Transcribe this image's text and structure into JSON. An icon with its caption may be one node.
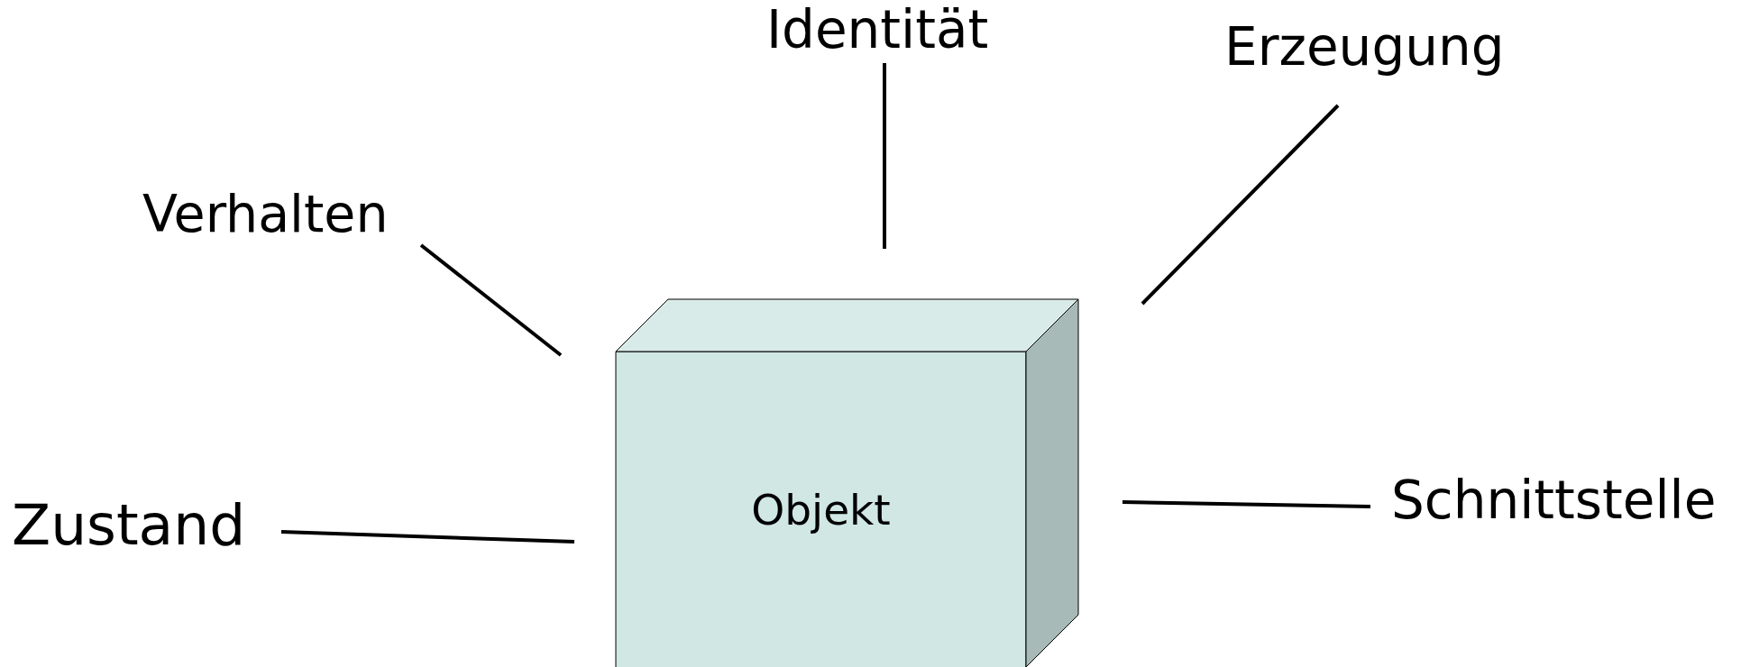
{
  "diagram": {
    "nodes": [
      {
        "text": [
          "Objekt"
        ]
      },
      {
        "text": [
          "Identität"
        ]
      },
      {
        "text": [
          "Erzeugung"
        ]
      },
      {
        "text": [
          "Verhalten"
        ]
      },
      {
        "text": [
          "Zustand"
        ]
      },
      {
        "text": [
          "Schnittstelle"
        ]
      }
    ],
    "edges": [
      {
        "from": 1,
        "to": 0,
        "arrow": "none"
      },
      {
        "from": 2,
        "to": 0,
        "arrow": "none"
      },
      {
        "from": 3,
        "to": 0,
        "arrow": "none"
      },
      {
        "from": 4,
        "to": 0,
        "arrow": "none"
      },
      {
        "from": 5,
        "to": 0,
        "arrow": "none"
      }
    ]
  }
}
